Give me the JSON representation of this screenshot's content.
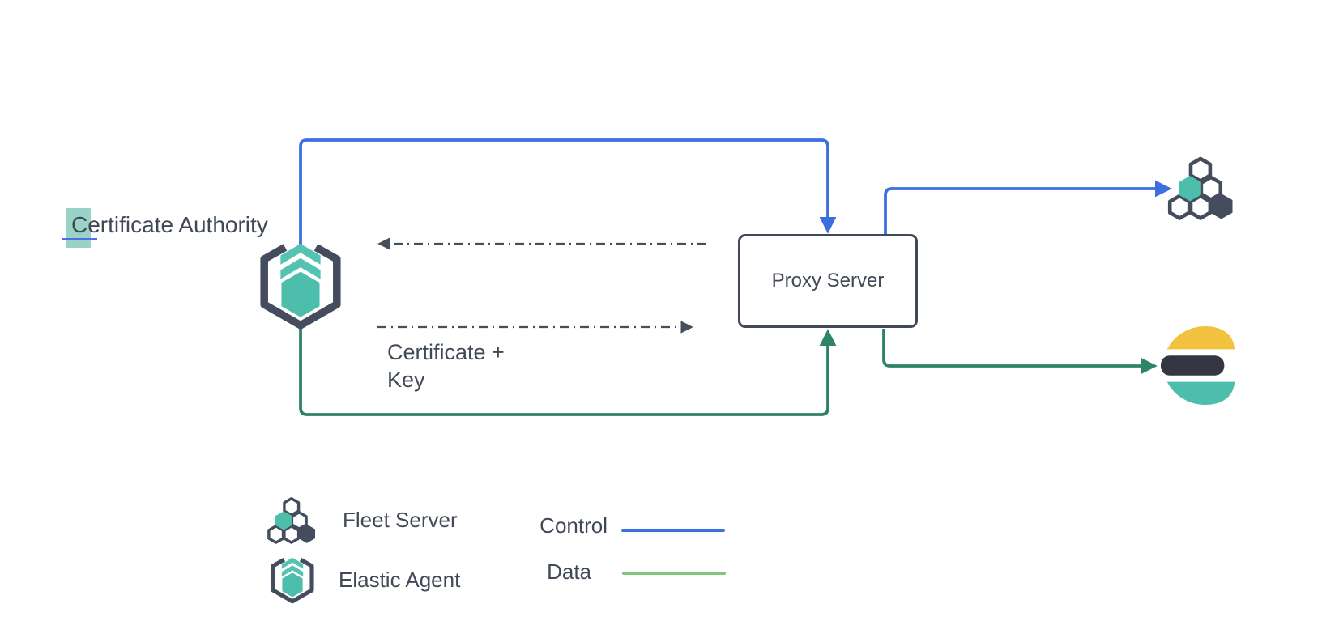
{
  "labels": {
    "certificate_authority": {
      "highlighted": "C",
      "rest": "ertificate Authority"
    },
    "proxy_server": "Proxy Server",
    "certificate_key_line1": "Certificate +",
    "certificate_key_line2": "Key"
  },
  "legend": {
    "fleet_server_label": "Fleet Server",
    "elastic_agent_label": "Elastic Agent",
    "control_label": "Control",
    "data_label": "Data"
  },
  "icons": {
    "elastic_agent": "elastic-agent-icon",
    "fleet_server": "fleet-server-icon",
    "elasticsearch": "elasticsearch-icon"
  },
  "colors": {
    "control-blue": "#3d6fdf",
    "data-green": "#2f8468",
    "legend-data-green": "#7cc67d",
    "slate": "#454c5e",
    "teal": "#4dbdac",
    "teal-light": "#54c3b2",
    "es-yellow": "#f2c23e",
    "es-dark": "#343741",
    "text": "#414957",
    "dash": "#474e5c",
    "highlight-teal": "#9bd2c6",
    "cursor-blue": "#4a6fe8"
  }
}
